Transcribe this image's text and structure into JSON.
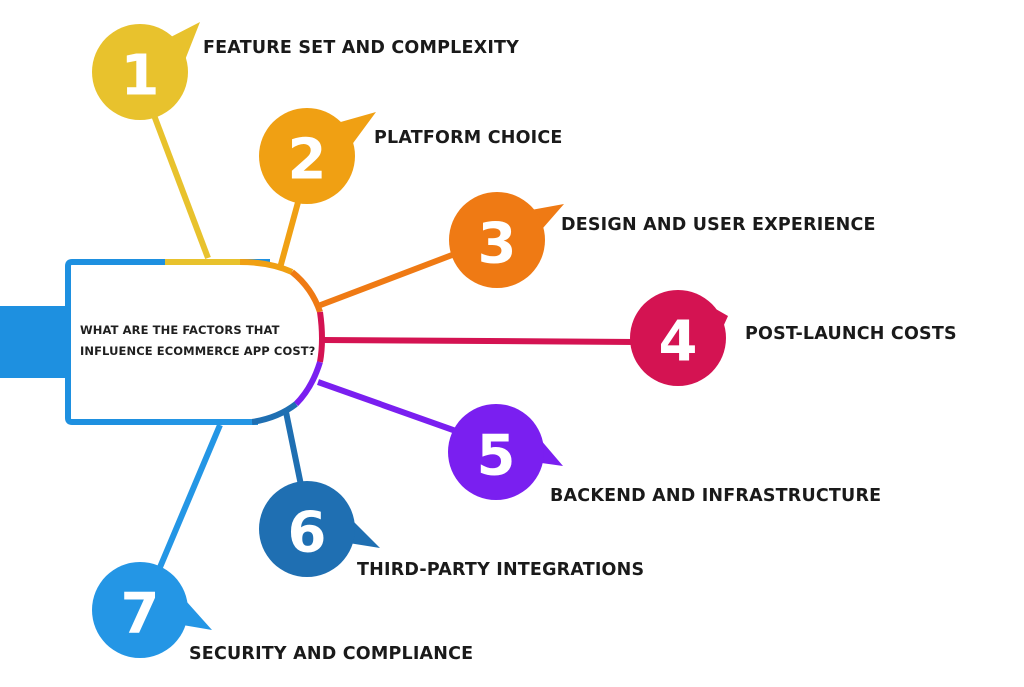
{
  "center": {
    "question": "WHAT ARE THE FACTORS THAT INFLUENCE ECOMMERCE APP COST?"
  },
  "factors": [
    {
      "number": "1",
      "label": "FEATURE SET AND COMPLEXITY",
      "color": "#E8C22D"
    },
    {
      "number": "2",
      "label": "PLATFORM CHOICE",
      "color": "#F0A013"
    },
    {
      "number": "3",
      "label": "DESIGN AND USER EXPERIENCE",
      "color": "#EF7A14"
    },
    {
      "number": "4",
      "label": "POST-LAUNCH COSTS",
      "color": "#D41352"
    },
    {
      "number": "5",
      "label": "BACKEND AND INFRASTRUCTURE",
      "color": "#7A1FF0"
    },
    {
      "number": "6",
      "label": "THIRD-PARTY INTEGRATIONS",
      "color": "#1F6FB2"
    },
    {
      "number": "7",
      "label": "SECURITY AND COMPLIANCE",
      "color": "#2496E5"
    }
  ],
  "colors": {
    "frame": "#1E90E0",
    "connector_blue": "#1E90E0"
  }
}
